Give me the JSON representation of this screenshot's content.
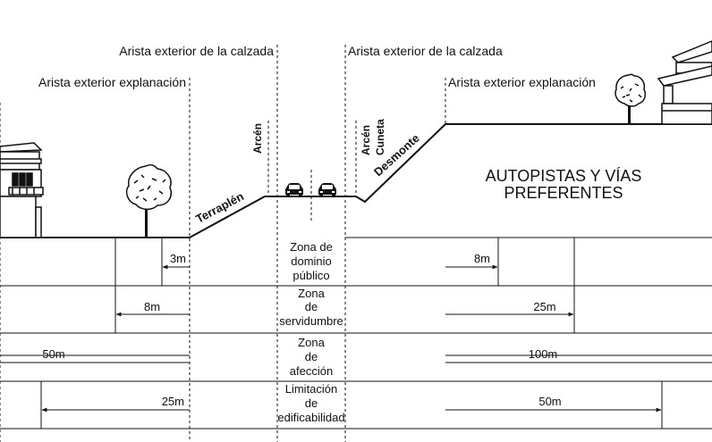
{
  "labels": {
    "arista_calzada_left": "Arista exterior de la calzada",
    "arista_calzada_right": "Arista exterior de la calzada",
    "arista_explanacion_left": "Arista exterior explanación",
    "arista_explanacion_right": "Arista exterior explanación",
    "arcen_left": "Arcén",
    "arcen_right": "Arcén",
    "cuneta": "Cuneta",
    "terraplen": "Terraplén",
    "desmonte": "Desmonte",
    "road_type_line1": "AUTOPISTAS Y VÍAS",
    "road_type_line2": "PREFERENTES"
  },
  "zones": [
    {
      "lines": [
        "Zona de",
        "dominio",
        "público"
      ],
      "left_distance": "3m",
      "right_distance": "8m"
    },
    {
      "lines": [
        "Zona",
        "de",
        "servidumbre"
      ],
      "left_distance": "8m",
      "right_distance": "25m"
    },
    {
      "lines": [
        "Zona",
        "de",
        "afección"
      ],
      "left_distance": "50m",
      "right_distance": "100m"
    },
    {
      "lines": [
        "Limitación",
        "de",
        "edificabilidad"
      ],
      "left_distance": "25m",
      "right_distance": "50m"
    }
  ],
  "icons": [
    "house-left-icon",
    "tree-left-icon",
    "car-icon",
    "car-icon",
    "tree-right-icon",
    "house-right-icon"
  ]
}
